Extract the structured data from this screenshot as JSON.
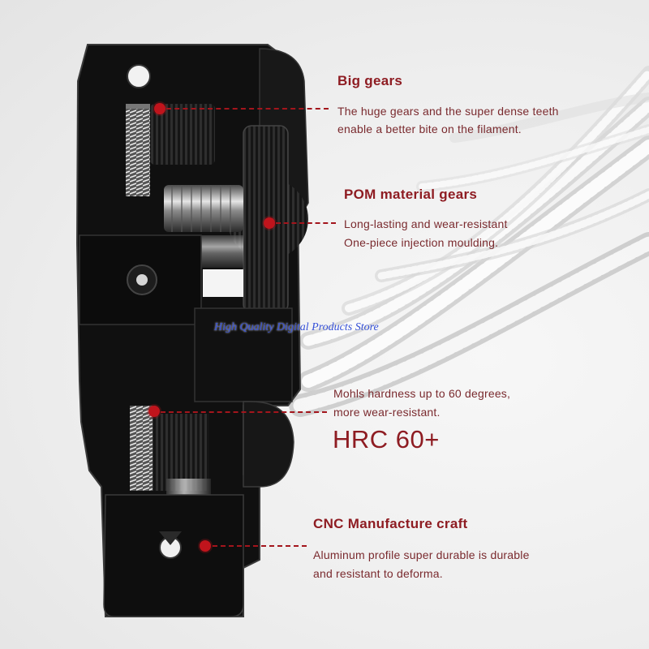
{
  "colors": {
    "accent_red": "#8e1c22",
    "marker_red": "#c0141c",
    "body_black": "#111111",
    "watermark_blue": "#3550d6"
  },
  "callouts": [
    {
      "title": "Big gears",
      "lines": [
        "The huge gears and the super dense teeth",
        "enable a better bite on the filament."
      ]
    },
    {
      "title": "POM material gears",
      "lines": [
        "Long-lasting and wear-resistant",
        "One-piece injection moulding."
      ]
    },
    {
      "lines": [
        "Mohls hardness up to 60 degrees,",
        "more wear-resistant."
      ],
      "big": "HRC 60+"
    },
    {
      "title": "CNC Manufacture craft",
      "lines": [
        "Aluminum profile super durable is durable",
        "and resistant to deforma."
      ]
    }
  ],
  "watermark": "High Quality Digital Products Store"
}
